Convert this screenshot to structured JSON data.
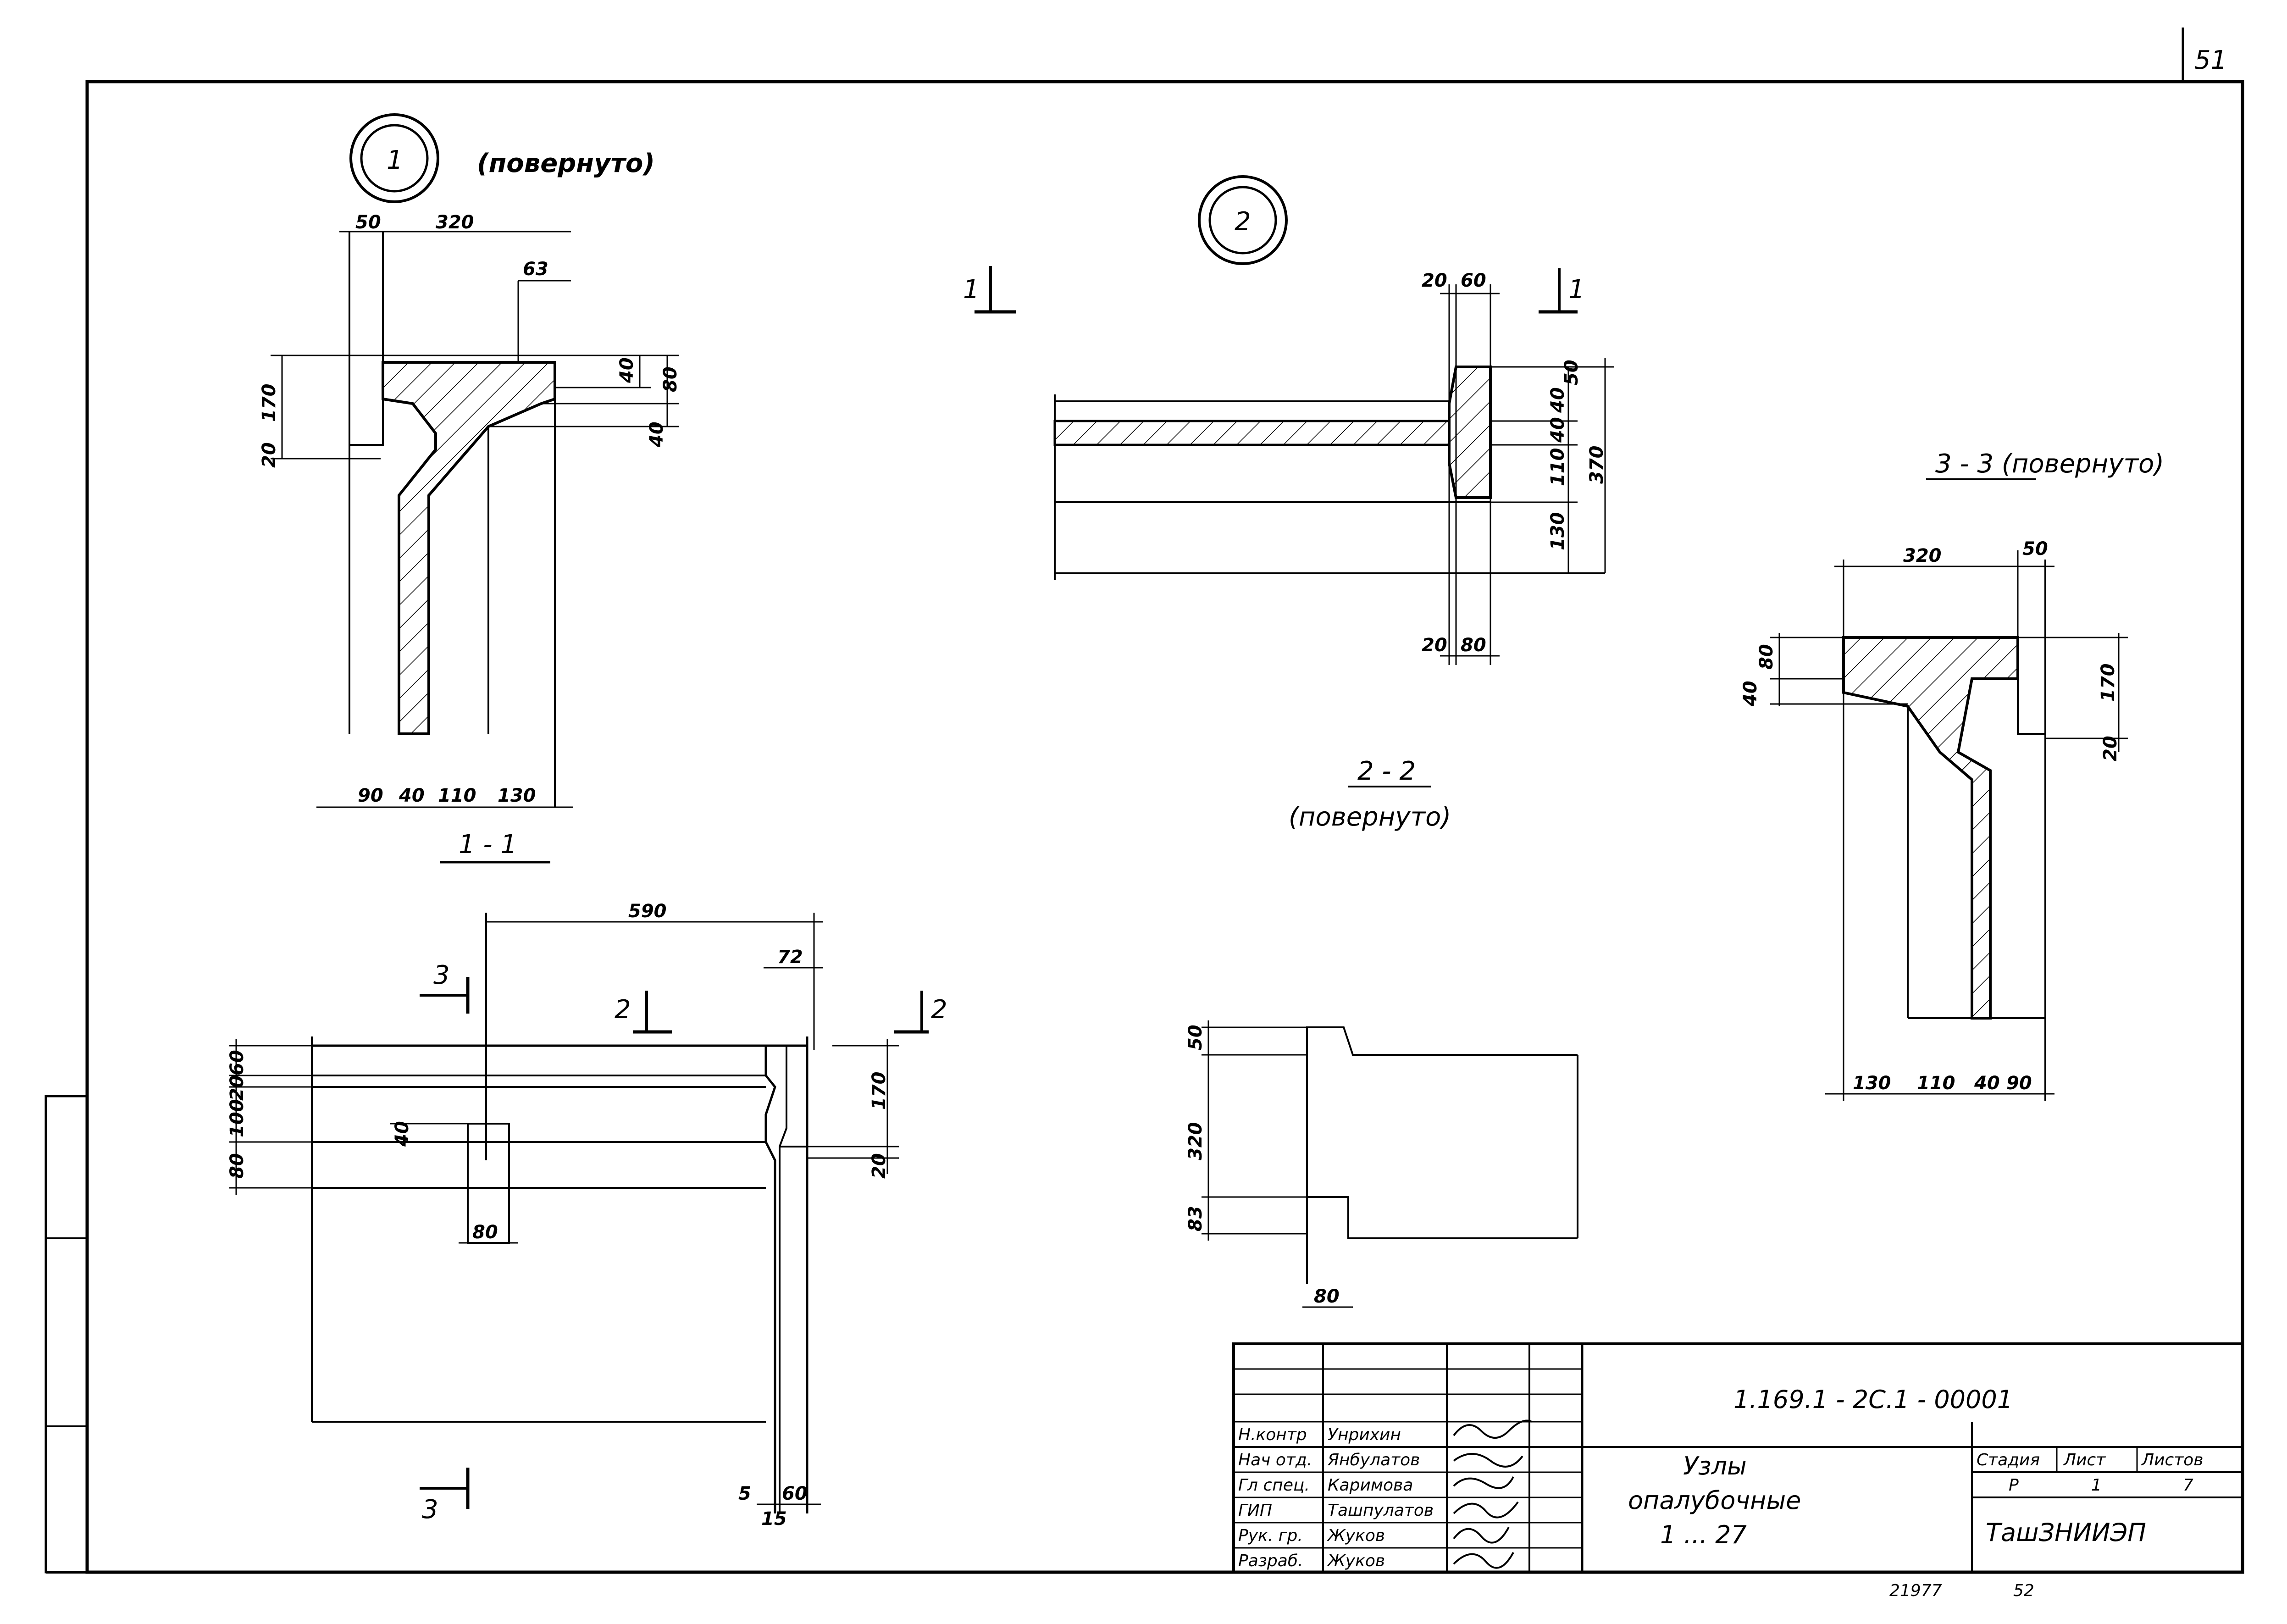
{
  "sheet_number": "51",
  "node1": {
    "number": "1",
    "note": "(повернуто)"
  },
  "node2": {
    "number": "2"
  },
  "sections": {
    "s11": "1 - 1",
    "s22_title": "2 - 2",
    "s22_note": "(повернуто)",
    "s33": "3 - 3 (повернуто)"
  },
  "cut_marks": {
    "one": "1",
    "two": "2",
    "three": "3"
  },
  "dims_section11": {
    "top": [
      "50",
      "320",
      "63"
    ],
    "left": [
      "170",
      "20"
    ],
    "right": [
      "40",
      "80",
      "40"
    ],
    "bottom": [
      "90",
      "40",
      "110",
      "130"
    ]
  },
  "dims_node2": {
    "top": [
      "20",
      "60"
    ],
    "right": [
      "50",
      "40",
      "40",
      "110",
      "130",
      "370"
    ],
    "bottom": [
      "20",
      "80"
    ]
  },
  "dims_section33": {
    "top": [
      "320",
      "50"
    ],
    "left": [
      "80",
      "40"
    ],
    "right": [
      "170",
      "20"
    ],
    "bottom": [
      "130",
      "110",
      "40",
      "90"
    ]
  },
  "dims_plan": {
    "top": [
      "590",
      "72"
    ],
    "left": [
      "60",
      "20",
      "100",
      "80"
    ],
    "inner": [
      "40",
      "80"
    ],
    "right": [
      "170",
      "20"
    ],
    "bottom": [
      "5",
      "60",
      "15"
    ]
  },
  "dims_small": {
    "left": [
      "50",
      "320",
      "83"
    ],
    "bottom": [
      "80"
    ]
  },
  "title_block": {
    "doc_code": "1.169.1 - 2C.1 - 00001",
    "rows": [
      {
        "role": "Н.контр",
        "name": "Унрихин"
      },
      {
        "role": "Нач отд.",
        "name": "Янбулатов"
      },
      {
        "role": "Гл спец.",
        "name": "Каримова"
      },
      {
        "role": "ГИП",
        "name": "Ташпулатов"
      },
      {
        "role": "Рук. гр.",
        "name": "Жуков"
      },
      {
        "role": "Разраб.",
        "name": "Жуков"
      }
    ],
    "title_lines": [
      "Узлы",
      "опалубочные",
      "1 ... 27"
    ],
    "stage_label": "Стадия",
    "sheet_label": "Лист",
    "sheets_label": "Листов",
    "stage_value": "Р",
    "sheet_value": "1",
    "sheets_value": "7",
    "organization": "ТашЗНИИЭП"
  },
  "footer": {
    "inventory": "21977",
    "page": "52"
  }
}
